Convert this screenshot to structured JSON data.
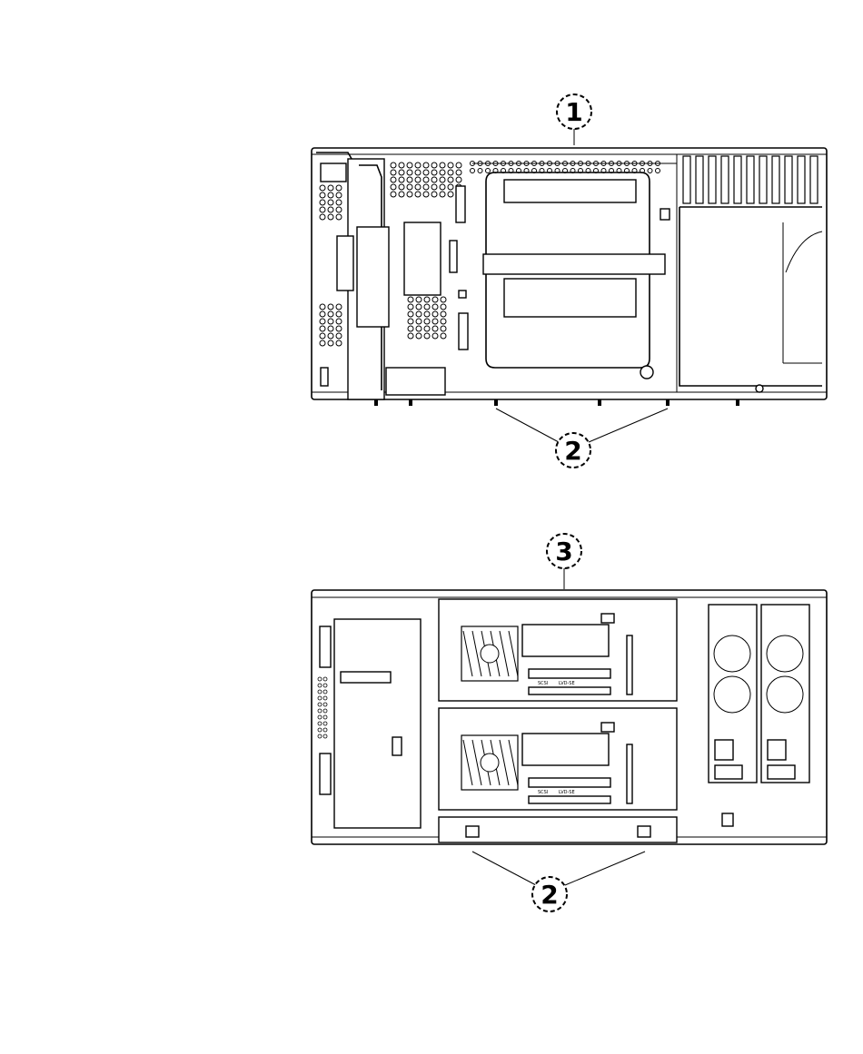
{
  "callouts": {
    "front_unit": "1",
    "front_feet": "2",
    "rear_unit": "3",
    "rear_feet": "2"
  },
  "labels": {
    "port_top_a": "SCSI",
    "port_top_b": "LVD-SE",
    "port_bottom_a": "SCSI",
    "port_bottom_b": "LVD-SE"
  }
}
